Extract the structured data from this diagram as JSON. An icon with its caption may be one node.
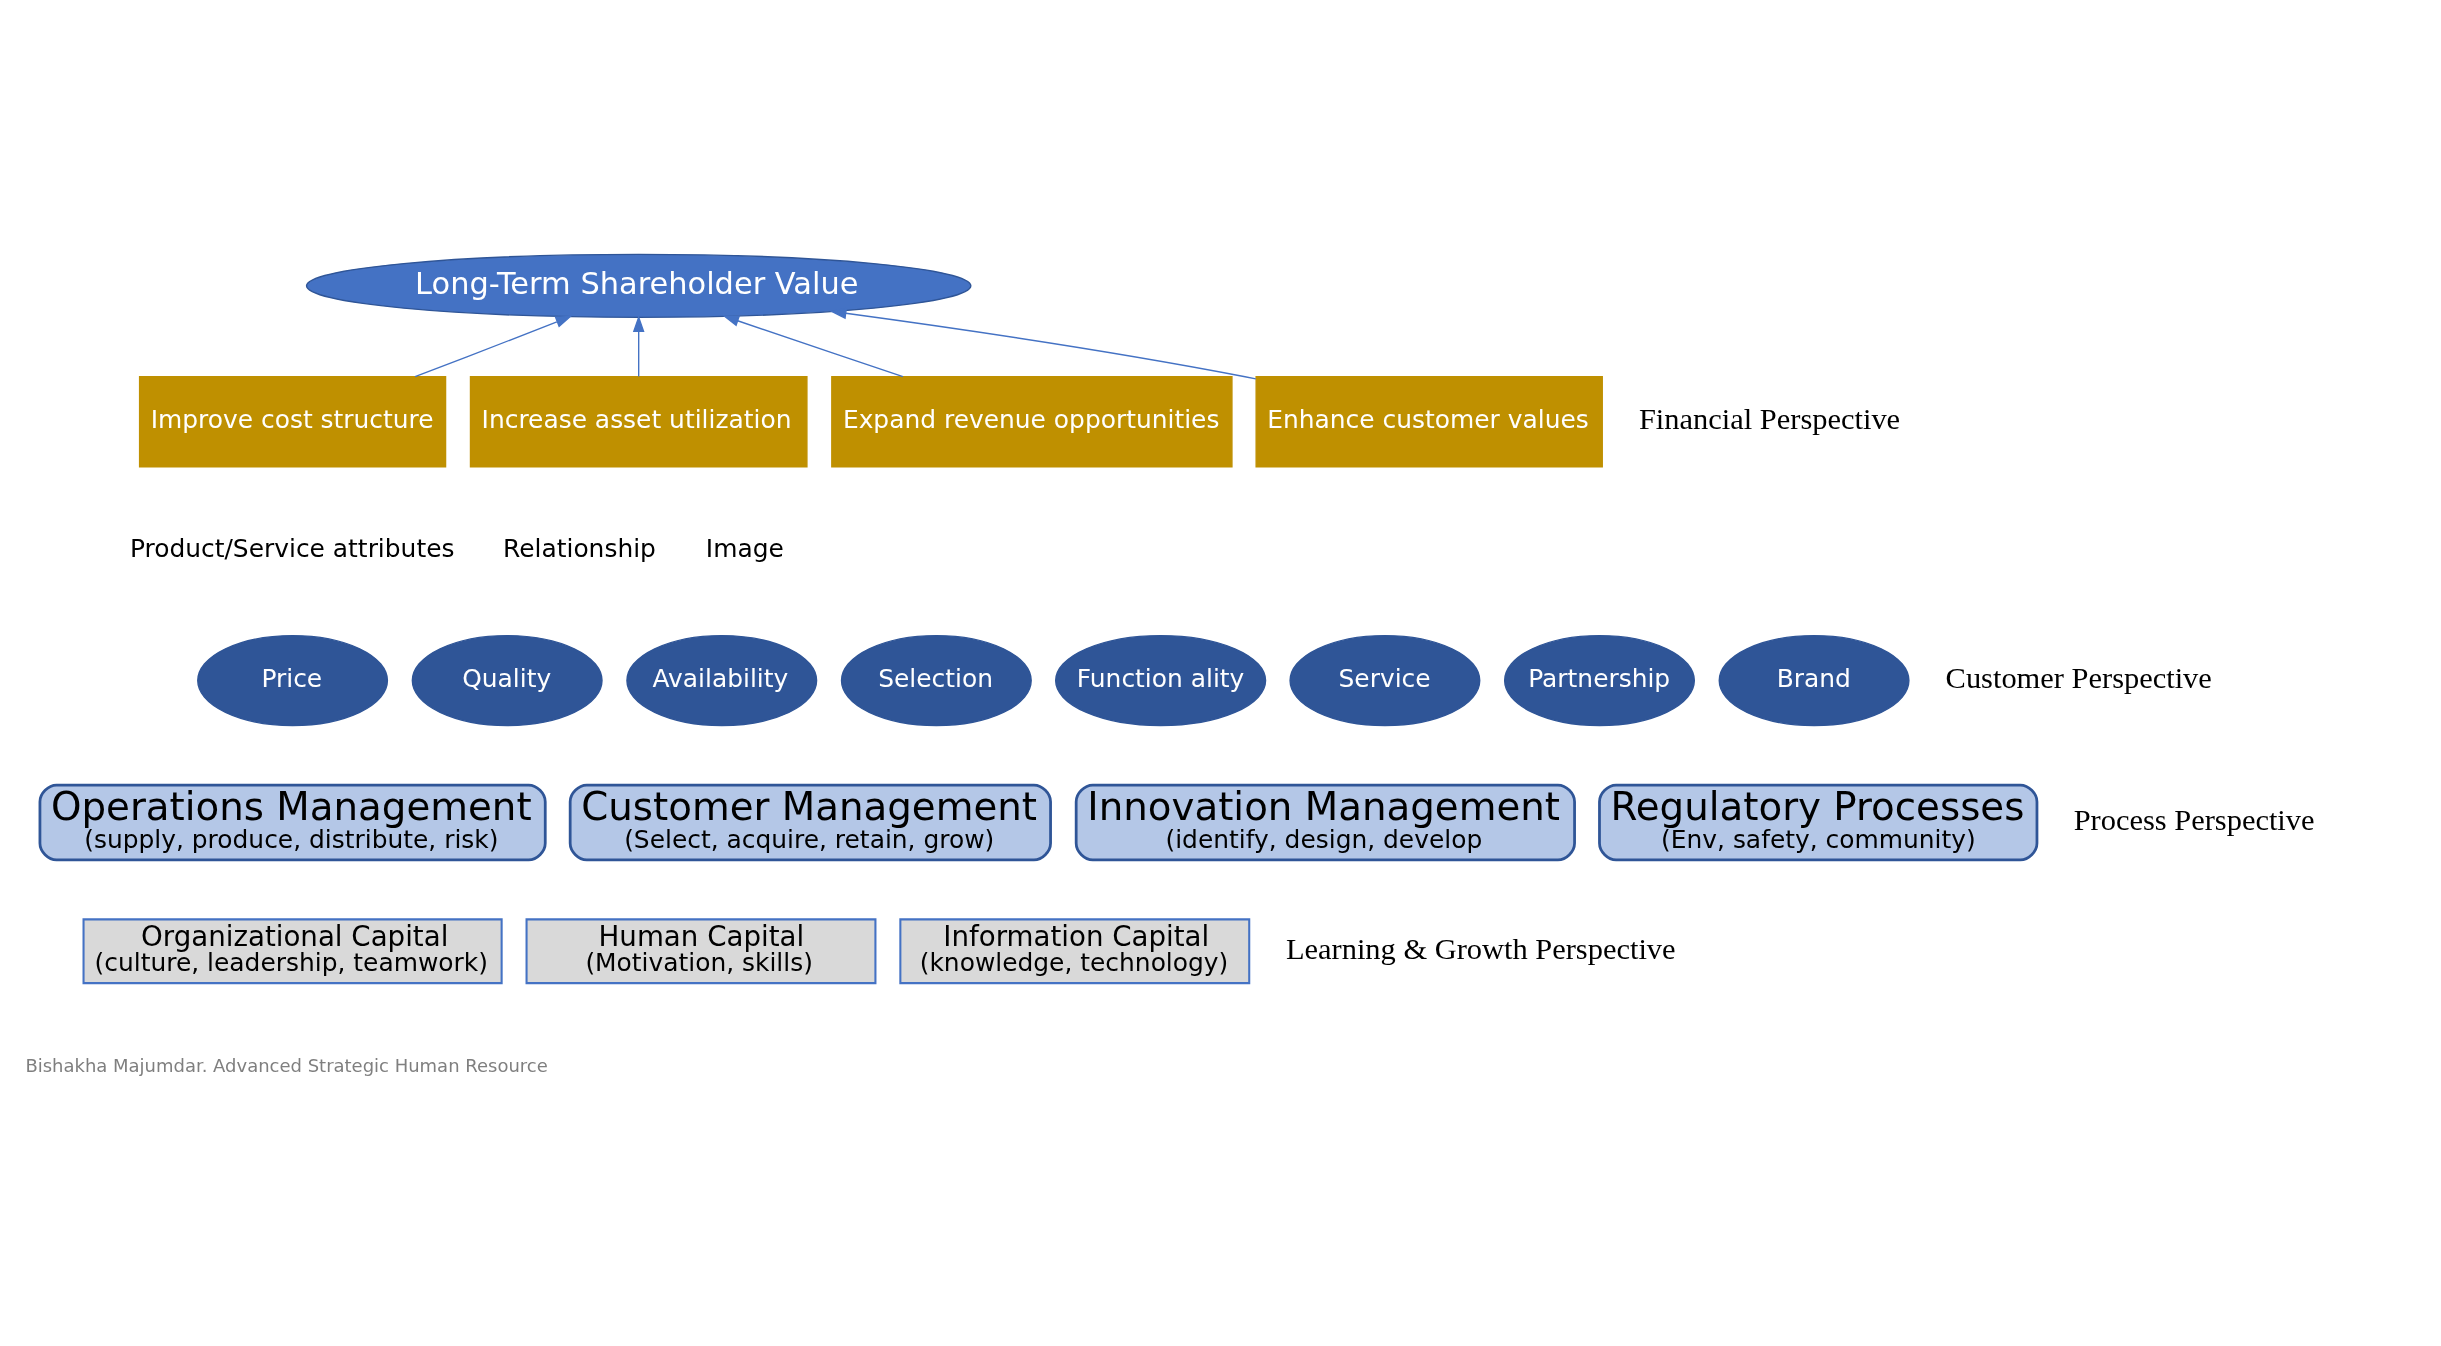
{
  "diagram": {
    "nodes": [
      {
        "text": [
          "Long-Term Shareholder Value"
        ]
      },
      {
        "text": [
          "Improve cost structure"
        ]
      },
      {
        "text": [
          "Increase asset utilization"
        ]
      },
      {
        "text": [
          "Expand revenue opportunities"
        ]
      },
      {
        "text": [
          "Enhance customer values"
        ]
      },
      {
        "text": [
          "Price"
        ]
      },
      {
        "text": [
          "Quality"
        ]
      },
      {
        "text": [
          "Availability"
        ]
      },
      {
        "text": [
          "Selection"
        ]
      },
      {
        "text": [
          "Function ality"
        ]
      },
      {
        "text": [
          "Service"
        ]
      },
      {
        "text": [
          "Partnership"
        ]
      },
      {
        "text": [
          "Brand"
        ]
      },
      {
        "text": [
          "Operations Management",
          "(supply, produce, distribute, risk)"
        ]
      },
      {
        "text": [
          "Customer Management",
          "(Select, acquire, retain, grow)"
        ]
      },
      {
        "text": [
          "Innovation Management",
          "(identify, design, develop"
        ]
      },
      {
        "text": [
          "Regulatory Processes",
          "(Env, safety, community)"
        ]
      },
      {
        "text": [
          "Organizational Capital",
          "(culture, leadership, teamwork)"
        ]
      },
      {
        "text": [
          "Human Capital",
          "(Motivation, skills)"
        ]
      },
      {
        "text": [
          "Information Capital",
          "(knowledge, technology)"
        ]
      }
    ],
    "edges": [
      {
        "from": 1,
        "to": 0,
        "arrow": "to"
      },
      {
        "from": 2,
        "to": 0,
        "arrow": "to"
      },
      {
        "from": 3,
        "to": 0,
        "arrow": "to"
      },
      {
        "from": 4,
        "to": 0,
        "arrow": "to"
      }
    ],
    "labels": [
      "Financial Perspective",
      "Product/Service attributes",
      "Relationship",
      "Image",
      "Customer Perspective",
      "Process Perspective",
      "Learning & Growth Perspective",
      "Bishakha Majumdar. Advanced Strategic Human Resource"
    ]
  }
}
